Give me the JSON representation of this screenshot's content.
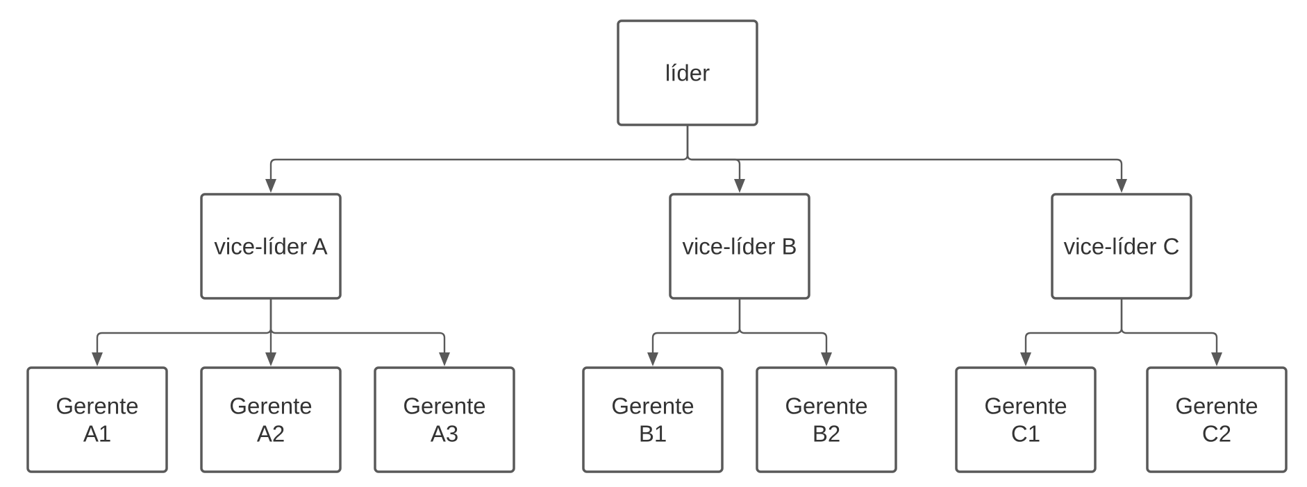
{
  "diagram": {
    "nodes": [
      {
        "id": "lider",
        "lines": [
          "líder"
        ]
      },
      {
        "id": "vice-a",
        "lines": [
          "vice-líder A"
        ]
      },
      {
        "id": "vice-b",
        "lines": [
          "vice-líder B"
        ]
      },
      {
        "id": "vice-c",
        "lines": [
          "vice-líder C"
        ]
      },
      {
        "id": "gerente-a1",
        "lines": [
          "Gerente",
          "A1"
        ]
      },
      {
        "id": "gerente-a2",
        "lines": [
          "Gerente",
          "A2"
        ]
      },
      {
        "id": "gerente-a3",
        "lines": [
          "Gerente",
          "A3"
        ]
      },
      {
        "id": "gerente-b1",
        "lines": [
          "Gerente",
          "B1"
        ]
      },
      {
        "id": "gerente-b2",
        "lines": [
          "Gerente",
          "B2"
        ]
      },
      {
        "id": "gerente-c1",
        "lines": [
          "Gerente",
          "C1"
        ]
      },
      {
        "id": "gerente-c2",
        "lines": [
          "Gerente",
          "C2"
        ]
      }
    ],
    "edges": [
      {
        "from": "lider",
        "to": "vice-a"
      },
      {
        "from": "lider",
        "to": "vice-b"
      },
      {
        "from": "lider",
        "to": "vice-c"
      },
      {
        "from": "vice-a",
        "to": "gerente-a1"
      },
      {
        "from": "vice-a",
        "to": "gerente-a2"
      },
      {
        "from": "vice-a",
        "to": "gerente-a3"
      },
      {
        "from": "vice-b",
        "to": "gerente-b1"
      },
      {
        "from": "vice-b",
        "to": "gerente-b2"
      },
      {
        "from": "vice-c",
        "to": "gerente-c1"
      },
      {
        "from": "vice-c",
        "to": "gerente-c2"
      }
    ],
    "colors": {
      "box_stroke": "#595959",
      "connector": "#595959",
      "text": "#333333",
      "background": "#ffffff"
    }
  }
}
